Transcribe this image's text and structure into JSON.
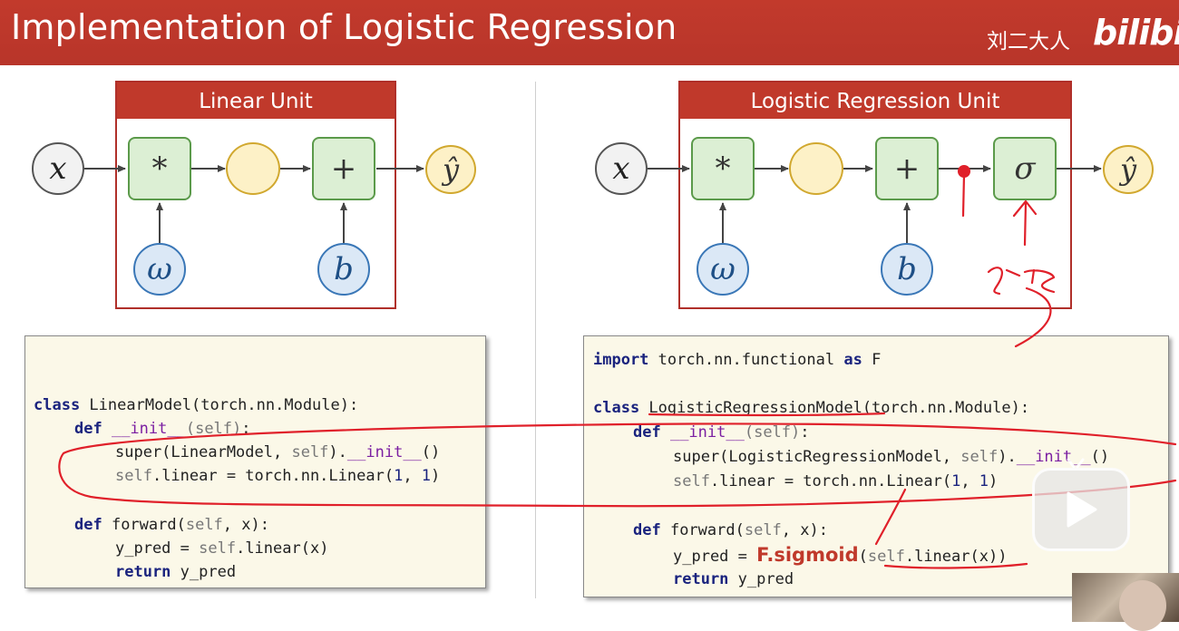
{
  "header": {
    "title": "Implementation of Logistic Regression",
    "author": "刘二大人",
    "logo_text": "bilibili"
  },
  "left_diagram": {
    "title": "Linear Unit",
    "x": "x",
    "multiply": "*",
    "add": "+",
    "weight": "ω",
    "bias": "b",
    "output": "ŷ"
  },
  "right_diagram": {
    "title": "Logistic Regression Unit",
    "x": "x",
    "multiply": "*",
    "add": "+",
    "sigmoid": "σ",
    "weight": "ω",
    "bias": "b",
    "output": "ŷ"
  },
  "left_code": {
    "l1_kw": "class",
    "l1_rest": " LinearModel(torch.nn.Module):",
    "l2_kw": "def",
    "l2_init": " __init__",
    "l2_self": "(self)",
    "l2_end": ":",
    "l3_a": "super(LinearModel, ",
    "l3_self": "self",
    "l3_b": ").",
    "l3_init": "__init__",
    "l3_c": "()",
    "l4_self": "self",
    "l4_a": ".linear = torch.nn.Linear(",
    "l4_n1": "1",
    "l4_b": ", ",
    "l4_n2": "1",
    "l4_c": ")",
    "l5_kw": "def",
    "l5_rest": " forward(",
    "l5_self": "self",
    "l5_end": ", x):",
    "l6_a": "y_pred = ",
    "l6_self": "self",
    "l6_b": ".linear(x)",
    "l7_kw": "return",
    "l7_rest": " y_pred"
  },
  "right_code": {
    "l0_kw": "import",
    "l0_mid": " torch.nn.functional ",
    "l0_as": "as",
    "l0_end": " F",
    "l1_kw": "class",
    "l1_rest": " LogisticRegressionModel(torch.nn.Module):",
    "l2_kw": "def",
    "l2_init": " __init__",
    "l2_self": "(self)",
    "l2_end": ":",
    "l3_a": "super(LogisticRegressionModel, ",
    "l3_self": "self",
    "l3_b": ").",
    "l3_init": "__init__",
    "l3_c": "()",
    "l4_self": "self",
    "l4_a": ".linear = torch.nn.Linear(",
    "l4_n1": "1",
    "l4_b": ", ",
    "l4_n2": "1",
    "l4_c": ")",
    "l5_kw": "def",
    "l5_rest": " forward(",
    "l5_self": "self",
    "l5_end": ", x):",
    "l6_a": "y_pred = ",
    "l6_sig": "F.sigmoid",
    "l6_b": "(",
    "l6_self": "self",
    "l6_c": ".linear(x))",
    "l7_kw": "return",
    "l7_rest": " y_pred"
  },
  "colors": {
    "accent": "#c0392b",
    "annotation": "#e0202a",
    "keyword": "#1a237e",
    "self": "#777777"
  },
  "icons": {
    "play": "play-icon"
  }
}
